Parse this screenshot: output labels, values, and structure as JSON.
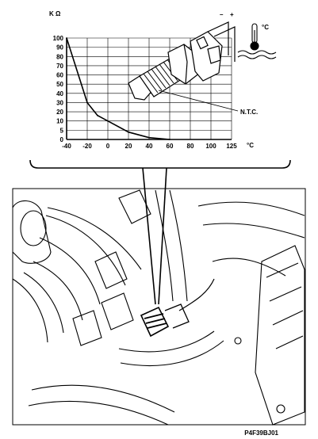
{
  "chart_data": {
    "type": "line",
    "y_unit": "K Ω",
    "x_unit": "°C",
    "y_ticks": [
      "100",
      "90",
      "80",
      "70",
      "60",
      "50",
      "40",
      "30",
      "20",
      "10",
      "5",
      "0"
    ],
    "x_ticks": [
      "-40",
      "-20",
      "0",
      "20",
      "40",
      "60",
      "80",
      "100",
      "125"
    ],
    "series": [
      {
        "name": "",
        "points": [
          {
            "x": -40,
            "y": 100
          },
          {
            "x": -20,
            "y": 30
          },
          {
            "x": -10,
            "y": 16
          },
          {
            "x": 0,
            "y": 10
          },
          {
            "x": 20,
            "y": 4
          },
          {
            "x": 40,
            "y": 1
          },
          {
            "x": 60,
            "y": 0
          }
        ]
      }
    ],
    "ylim": [
      0,
      100
    ],
    "grid": true
  },
  "sensor": {
    "type_label": "N.T.C.",
    "terminal_minus": "–",
    "terminal_plus": "+",
    "temperature_symbol_unit": "°C"
  },
  "reference_code": "P4F39BJ01"
}
